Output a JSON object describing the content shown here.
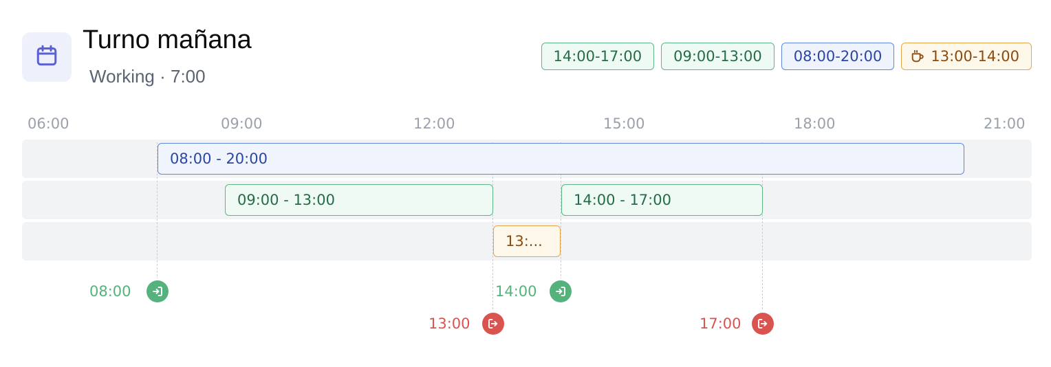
{
  "header": {
    "icon": "calendar-icon",
    "title": "Turno mañana",
    "subtitle": "Working · 7:00"
  },
  "badges": [
    {
      "label": "14:00-17:00",
      "color": "green"
    },
    {
      "label": "09:00-13:00",
      "color": "green"
    },
    {
      "label": "08:00-20:00",
      "color": "blue"
    },
    {
      "label": "13:00-14:00",
      "color": "amber",
      "icon": "coffee-cup-icon"
    }
  ],
  "axis": {
    "ticks": [
      "06:00",
      "09:00",
      "12:00",
      "15:00",
      "18:00",
      "21:00"
    ]
  },
  "rows": [
    {
      "bars": [
        {
          "label": "08:00 - 20:00",
          "start": "08:00",
          "end": "20:00",
          "color": "blue"
        }
      ]
    },
    {
      "bars": [
        {
          "label": "09:00 - 13:00",
          "start": "09:00",
          "end": "13:00",
          "color": "green"
        },
        {
          "label": "14:00 - 17:00",
          "start": "14:00",
          "end": "17:00",
          "color": "green"
        }
      ]
    },
    {
      "bars": [
        {
          "label": "13:...",
          "start": "13:00",
          "end": "14:00",
          "color": "amber"
        }
      ]
    }
  ],
  "markers": {
    "clock_in": [
      {
        "time": "08:00",
        "icon": "login-icon"
      },
      {
        "time": "14:00",
        "icon": "login-icon"
      }
    ],
    "clock_out": [
      {
        "time": "13:00",
        "icon": "logout-icon"
      },
      {
        "time": "17:00",
        "icon": "logout-icon"
      }
    ]
  },
  "colors": {
    "accent": "#5a5fd6",
    "green": "#56b27d",
    "blue": "#5f86dd",
    "amber": "#e3a64b",
    "red": "#d9534f"
  }
}
